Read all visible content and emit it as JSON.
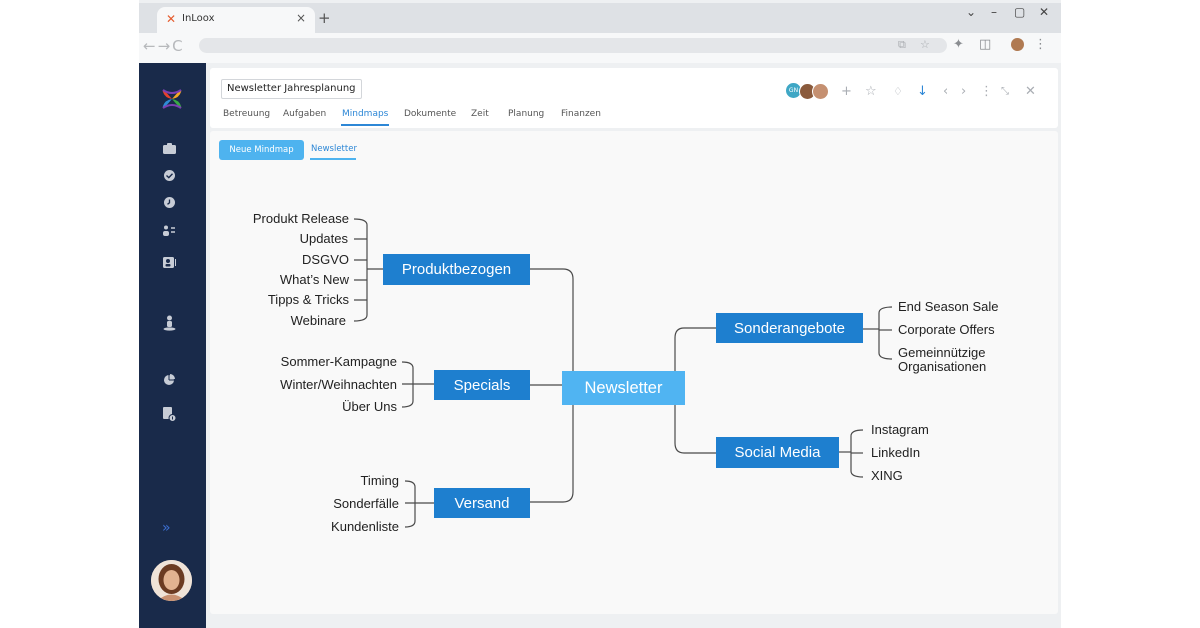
{
  "browser": {
    "tab_title": "InLoox",
    "tab_close": "×",
    "new_tab": "+",
    "minimize": "–",
    "restore": "▢",
    "close": "✕",
    "chevron": "⌄"
  },
  "app": {
    "project_title": "Newsletter Jahresplanung",
    "tabs": [
      "Betreuung",
      "Aufgaben",
      "Mindmaps",
      "Dokumente",
      "Zeit",
      "Planung",
      "Finanzen"
    ],
    "active_tab": "Mindmaps",
    "user_initials": "GN",
    "new_mindmap_button": "Neue Mindmap",
    "mindmap_link": "Newsletter"
  },
  "mindmap": {
    "center": "Newsletter",
    "left_branches": [
      {
        "label": "Produktbezogen",
        "children": [
          "Produkt Release",
          "Updates",
          "DSGVO",
          "What’s New",
          "Tipps & Tricks",
          "Webinare"
        ]
      },
      {
        "label": "Specials",
        "children": [
          "Sommer-Kampagne",
          "Winter/Weihnachten",
          "Über Uns"
        ]
      },
      {
        "label": "Versand",
        "children": [
          "Timing",
          "Sonderfälle",
          "Kundenliste"
        ]
      }
    ],
    "right_branches": [
      {
        "label": "Sonderangebote",
        "children": [
          "End Season Sale",
          "Corporate Offers",
          "Gemeinnützige",
          "Organisationen"
        ]
      },
      {
        "label": "Social Media",
        "children": [
          "Instagram",
          "LinkedIn",
          "XING"
        ]
      }
    ]
  },
  "colors": {
    "nav_bg": "#192a4a",
    "node_blue": "#1e7fcf",
    "center_blue": "#50b4f2",
    "accent": "#2d87d6"
  }
}
